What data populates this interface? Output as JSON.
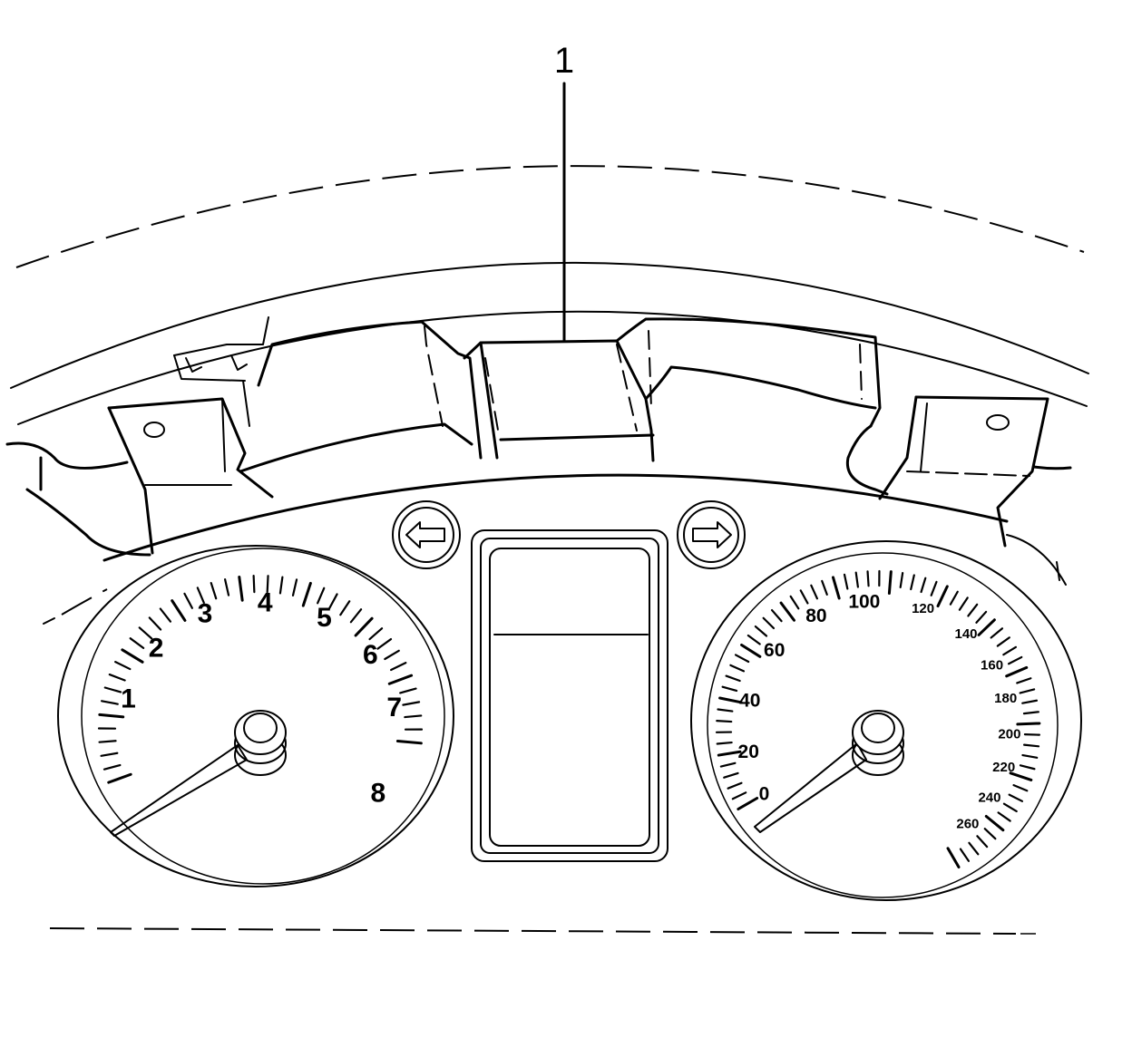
{
  "callout": {
    "label": "1"
  },
  "tachometer": {
    "labels": [
      {
        "text": "1",
        "angle": 194
      },
      {
        "text": "2",
        "angle": 220
      },
      {
        "text": "3",
        "angle": 246
      },
      {
        "text": "4",
        "angle": 272
      },
      {
        "text": "5",
        "angle": 298
      },
      {
        "text": "6",
        "angle": 324
      },
      {
        "text": "7",
        "angle": 350
      },
      {
        "text": "8",
        "angle": 30
      }
    ],
    "needle_value": 0
  },
  "speedometer": {
    "labels": [
      {
        "text": "0",
        "angle": 150,
        "size": "big"
      },
      {
        "text": "20",
        "angle": 170,
        "size": "big"
      },
      {
        "text": "40",
        "angle": 193,
        "size": "big"
      },
      {
        "text": "60",
        "angle": 218,
        "size": "big"
      },
      {
        "text": "80",
        "angle": 242,
        "size": "big"
      },
      {
        "text": "100",
        "angle": 264,
        "size": "big"
      },
      {
        "text": "120",
        "angle": 290,
        "size": "small"
      },
      {
        "text": "140",
        "angle": 312,
        "size": "small"
      },
      {
        "text": "160",
        "angle": 330,
        "size": "small"
      },
      {
        "text": "180",
        "angle": 346,
        "size": "small"
      },
      {
        "text": "200",
        "angle": 2,
        "size": "small"
      },
      {
        "text": "220",
        "angle": 17,
        "size": "small"
      },
      {
        "text": "240",
        "angle": 32,
        "size": "small"
      },
      {
        "text": "260",
        "angle": 47,
        "size": "small"
      }
    ],
    "needle_value": 0
  },
  "turn_signals": {
    "left": "left-arrow-icon",
    "right": "right-arrow-icon"
  }
}
